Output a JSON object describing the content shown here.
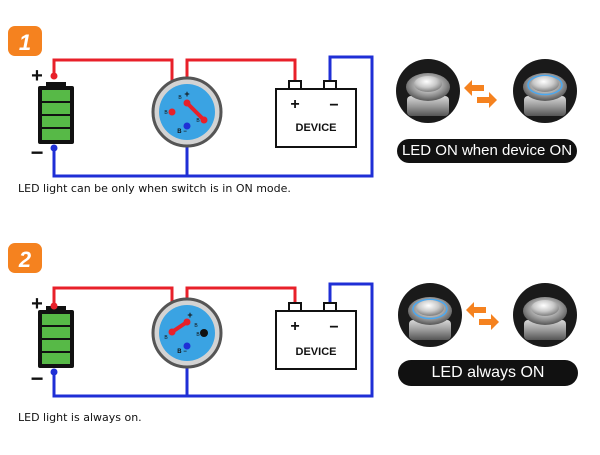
{
  "sections": [
    {
      "step": "1",
      "plus": "+",
      "minus": "−",
      "device_label": "DEVICE",
      "pin_labels": {
        "top": "+",
        "left": "B",
        "right": "B",
        "bottom": "B −",
        "small_top": "B"
      },
      "state_label": "LED ON when device ON",
      "caption": "LED light can be only when switch is in ON mode."
    },
    {
      "step": "2",
      "plus": "+",
      "minus": "−",
      "device_label": "DEVICE",
      "pin_labels": {
        "top": "+",
        "left": "B",
        "right": "B",
        "bottom": "B −",
        "small_top": "B"
      },
      "state_label": "LED always ON",
      "caption": "LED light is always on."
    }
  ],
  "colors": {
    "positive_wire": "#e8202a",
    "negative_wire": "#1f2fd6",
    "step_badge": "#f5821f",
    "battery": "#57b947",
    "switch_face": "#3aa3e3",
    "arrow": "#f5821f",
    "led_ring": "#4aa8f0"
  },
  "icons": [
    "step-badge-icon",
    "battery-icon",
    "switch-icon",
    "device-icon",
    "swap-arrows-icon",
    "button-photo-icon"
  ]
}
